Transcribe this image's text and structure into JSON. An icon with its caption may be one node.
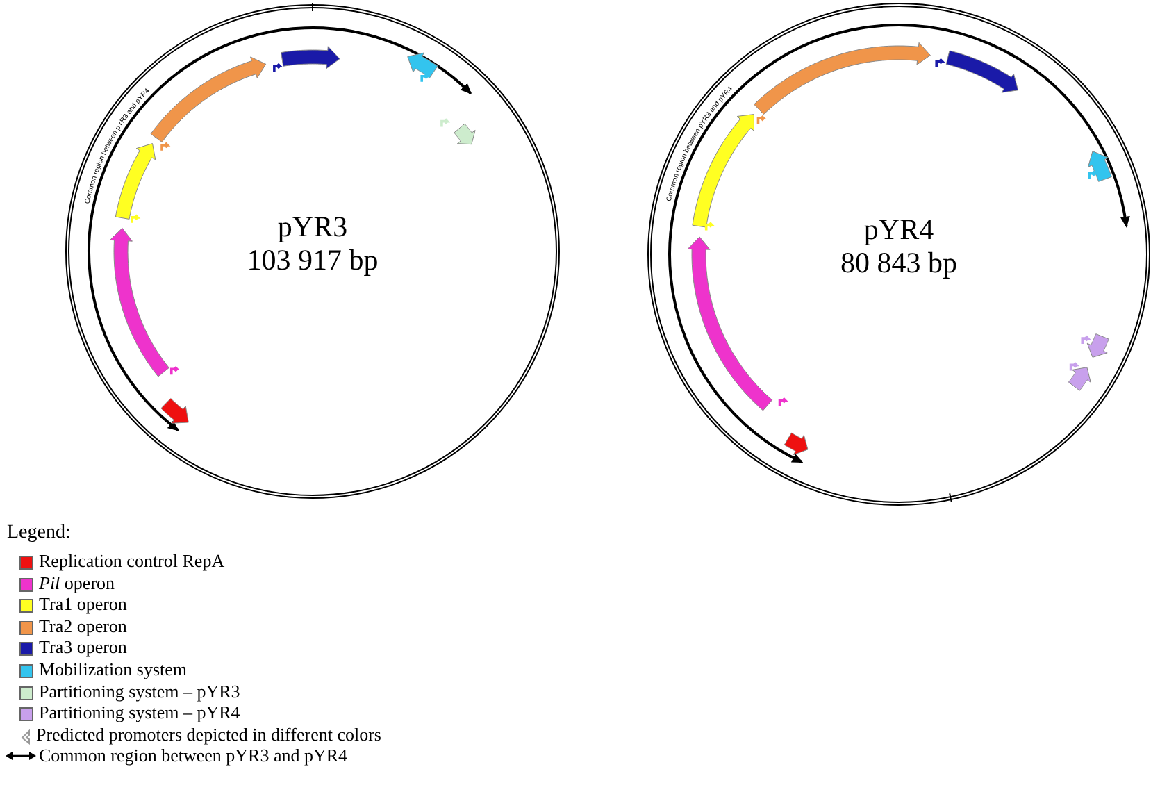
{
  "diagram": {
    "nodes": [
      {
        "text": [
          "pYR3",
          "103 917 bp"
        ]
      },
      {
        "text": [
          "pYR4",
          "80 843 bp"
        ]
      }
    ],
    "labels": [
      "Common region between pYR3 and pYR4",
      "Common region between pYR3 and pYR4",
      "Legend:"
    ],
    "legend": [
      {
        "text": "Replication control RepA",
        "color": "#ee1111"
      },
      {
        "text": "*Pil* operon",
        "color": "#ee33cc"
      },
      {
        "text": "Tra1 operon",
        "color": "#ffff22"
      },
      {
        "text": "Tra2 operon",
        "color": "#f0954a"
      },
      {
        "text": "Tra3 operon",
        "color": "#1a1aa8"
      },
      {
        "text": "Mobilization system",
        "color": "#33c4ee"
      },
      {
        "text": "Partitioning system – pYR3",
        "color": "#cdeccd"
      },
      {
        "text": "Partitioning system – pYR4",
        "color": "#c8a0ec"
      },
      {
        "text": "Predicted promoters depicted in different colors"
      },
      {
        "text": "Common region between pYR3 and pYR4"
      }
    ]
  }
}
